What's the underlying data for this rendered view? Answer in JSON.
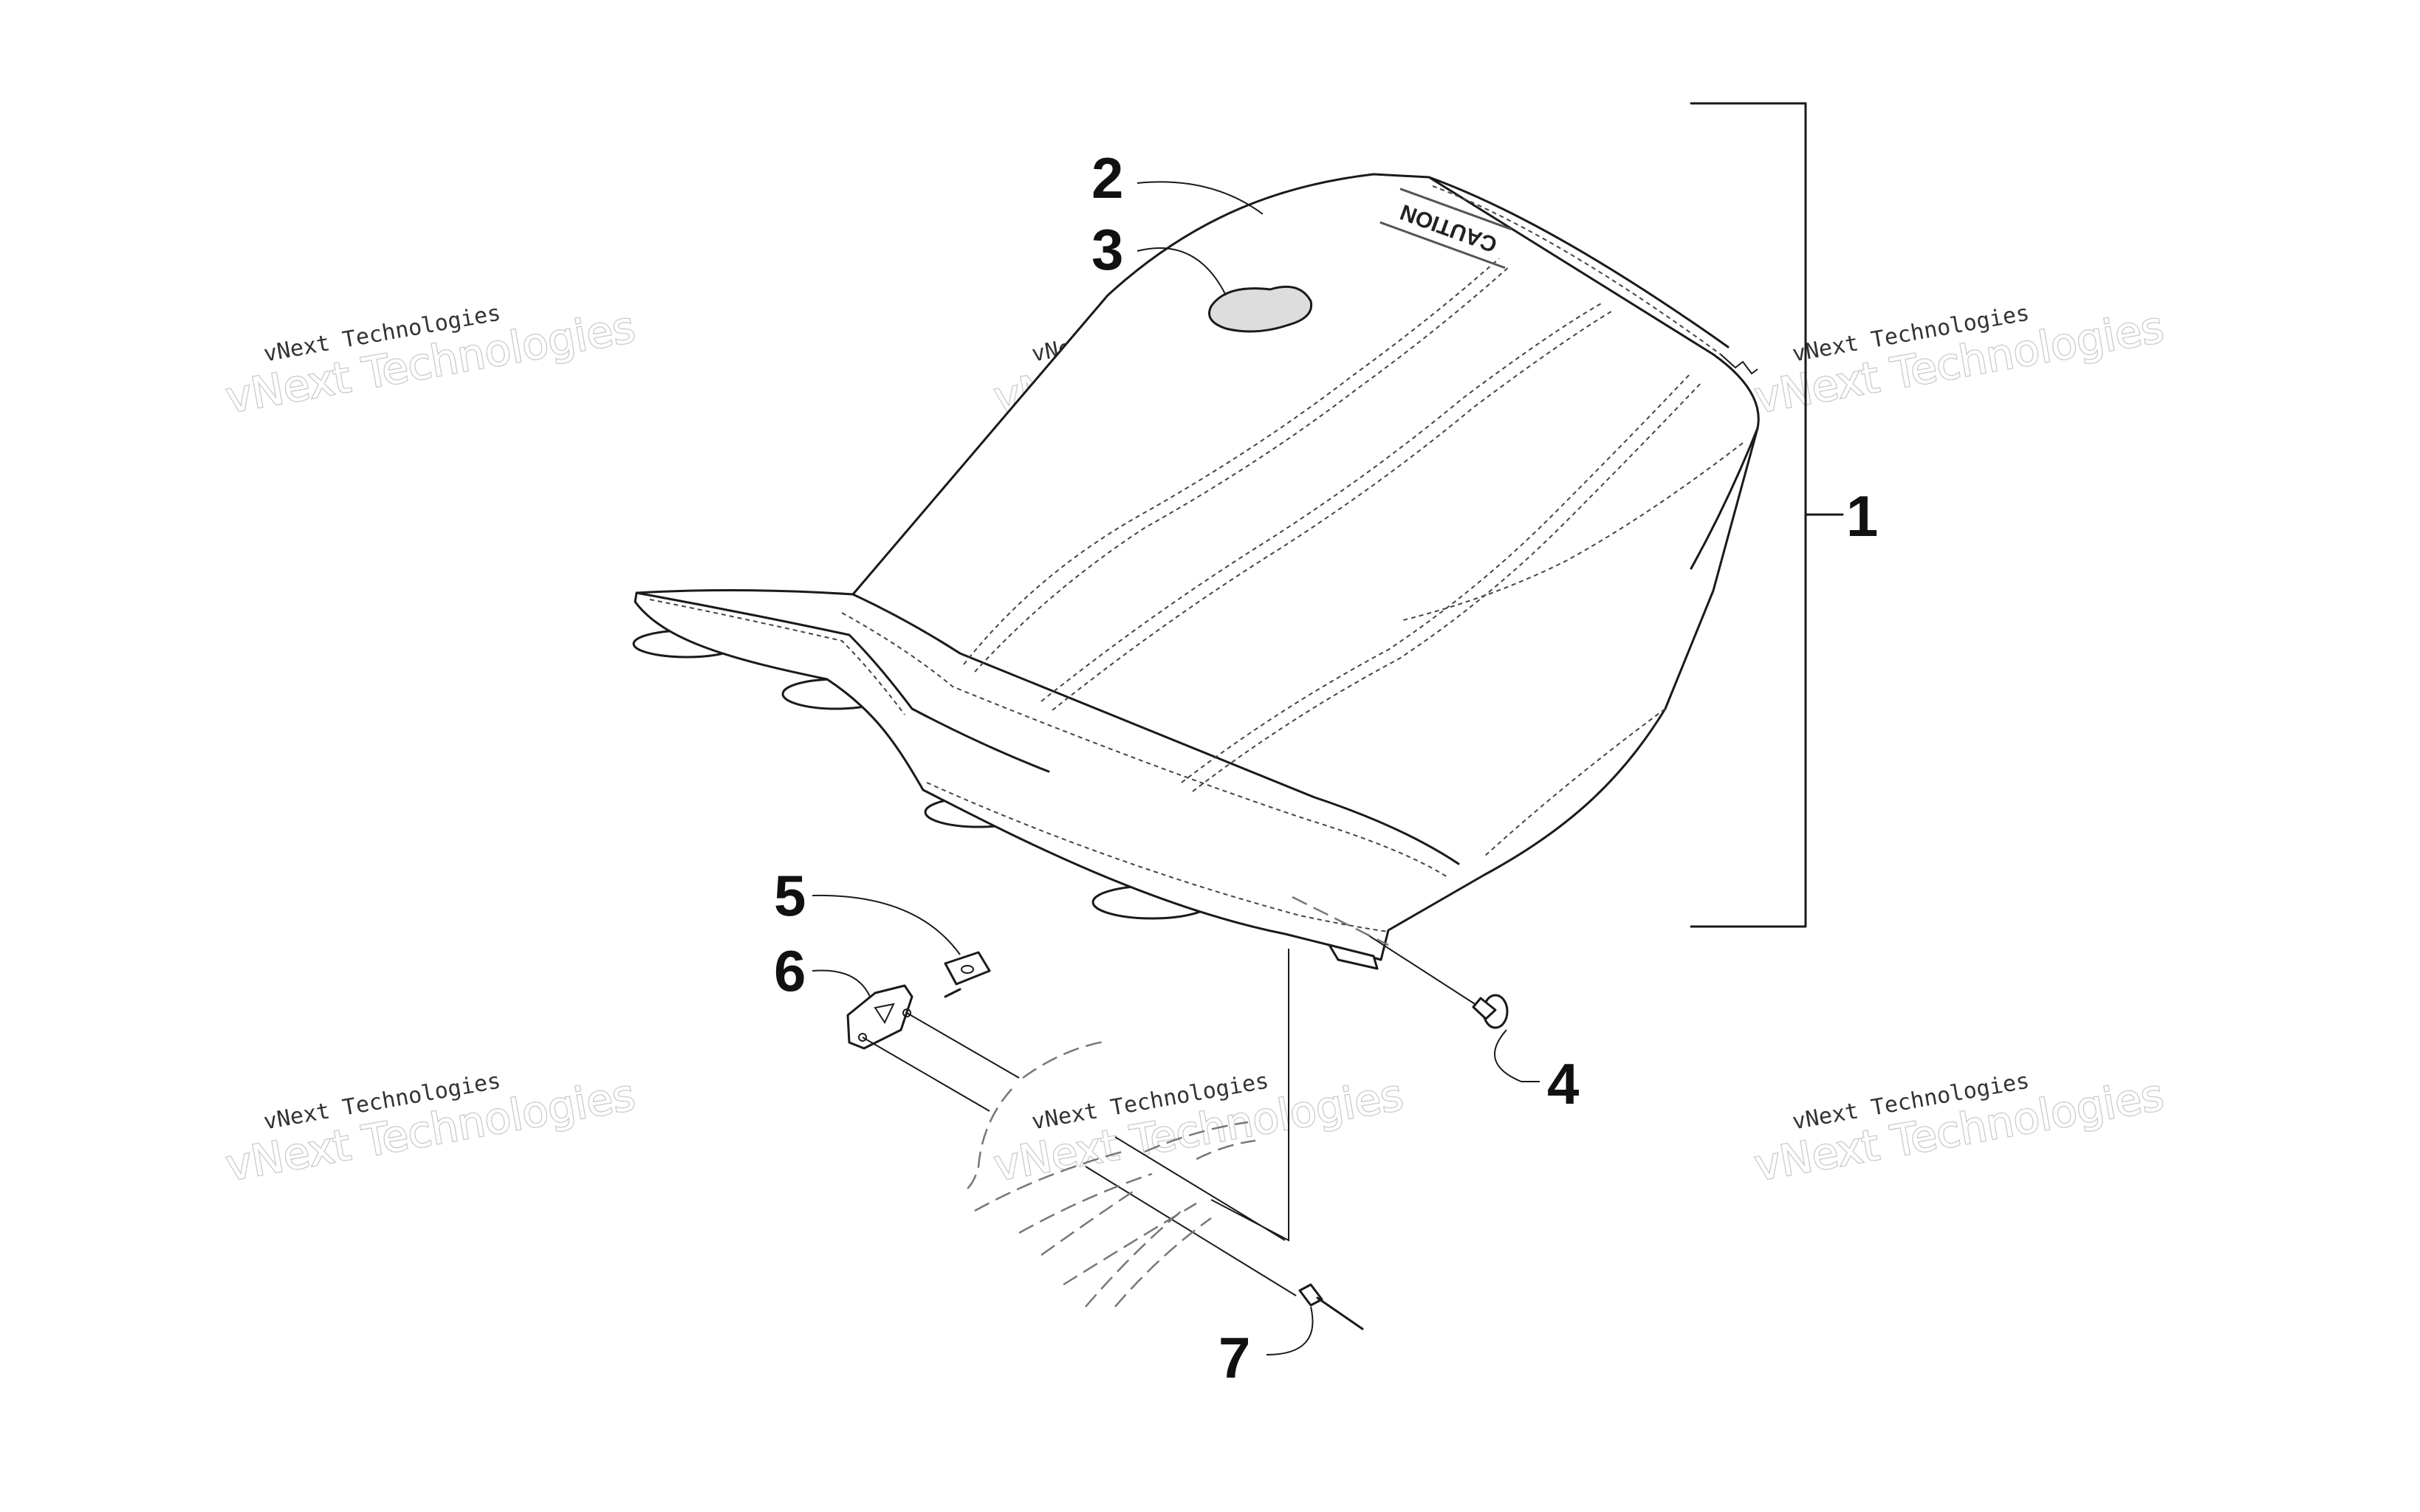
{
  "callouts": {
    "c1": "1",
    "c2": "2",
    "c3": "3",
    "c4": "4",
    "c5": "5",
    "c6": "6",
    "c7": "7"
  },
  "seat_decal_text": "CAUTION",
  "watermarks": [
    {
      "small": "vNext Technologies",
      "big": "vNext Technologies"
    },
    {
      "small": "vNext Technologies",
      "big": "vNext Technologies"
    },
    {
      "small": "vNext Technologies",
      "big": "vNext Technologies"
    },
    {
      "small": "vNext Technologies",
      "big": "vNext Technologies"
    },
    {
      "small": "vNext Technologies",
      "big": "vNext Technologies"
    },
    {
      "small": "vNext Technologies",
      "big": "vNext Technologies"
    }
  ]
}
